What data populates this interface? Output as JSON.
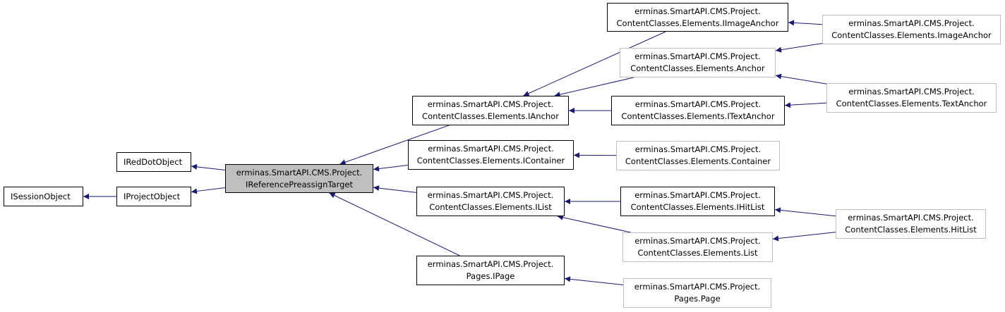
{
  "nodes": {
    "isessionobject": {
      "lines": [
        "ISessionObject"
      ]
    },
    "iredDotObject": {
      "lines": [
        "IRedDotObject"
      ]
    },
    "iprojectobject": {
      "lines": [
        "IProjectObject"
      ]
    },
    "target": {
      "lines": [
        "erminas.SmartAPI.CMS.Project.",
        "IReferencePreassignTarget"
      ]
    },
    "ianchor": {
      "lines": [
        "erminas.SmartAPI.CMS.Project.",
        "ContentClasses.Elements.IAnchor"
      ]
    },
    "icontainer": {
      "lines": [
        "erminas.SmartAPI.CMS.Project.",
        "ContentClasses.Elements.IContainer"
      ]
    },
    "ilist": {
      "lines": [
        "erminas.SmartAPI.CMS.Project.",
        "ContentClasses.Elements.IList"
      ]
    },
    "ipage": {
      "lines": [
        "erminas.SmartAPI.CMS.Project.",
        "Pages.IPage"
      ]
    },
    "iimageanchor": {
      "lines": [
        "erminas.SmartAPI.CMS.Project.",
        "ContentClasses.Elements.IImageAnchor"
      ]
    },
    "anchor": {
      "lines": [
        "erminas.SmartAPI.CMS.Project.",
        "ContentClasses.Elements.Anchor"
      ]
    },
    "itextanchor": {
      "lines": [
        "erminas.SmartAPI.CMS.Project.",
        "ContentClasses.Elements.ITextAnchor"
      ]
    },
    "container": {
      "lines": [
        "erminas.SmartAPI.CMS.Project.",
        "ContentClasses.Elements.Container"
      ]
    },
    "ihitlist": {
      "lines": [
        "erminas.SmartAPI.CMS.Project.",
        "ContentClasses.Elements.IHitList"
      ]
    },
    "list": {
      "lines": [
        "erminas.SmartAPI.CMS.Project.",
        "ContentClasses.Elements.List"
      ]
    },
    "page": {
      "lines": [
        "erminas.SmartAPI.CMS.Project.",
        "Pages.Page"
      ]
    },
    "imageanchor": {
      "lines": [
        "erminas.SmartAPI.CMS.Project.",
        "ContentClasses.Elements.ImageAnchor"
      ]
    },
    "textanchor": {
      "lines": [
        "erminas.SmartAPI.CMS.Project.",
        "ContentClasses.Elements.TextAnchor"
      ]
    },
    "hitlist": {
      "lines": [
        "erminas.SmartAPI.CMS.Project.",
        "ContentClasses.Elements.HitList"
      ]
    }
  },
  "edges": [
    {
      "from": "iprojectobject",
      "to": "isessionobject"
    },
    {
      "from": "target",
      "to": "iredDotObject"
    },
    {
      "from": "target",
      "to": "iprojectobject"
    },
    {
      "from": "ianchor",
      "to": "target"
    },
    {
      "from": "icontainer",
      "to": "target"
    },
    {
      "from": "ilist",
      "to": "target"
    },
    {
      "from": "ipage",
      "to": "target"
    },
    {
      "from": "iimageanchor",
      "to": "ianchor"
    },
    {
      "from": "anchor",
      "to": "ianchor"
    },
    {
      "from": "itextanchor",
      "to": "ianchor"
    },
    {
      "from": "container",
      "to": "icontainer"
    },
    {
      "from": "ihitlist",
      "to": "ilist"
    },
    {
      "from": "list",
      "to": "ilist"
    },
    {
      "from": "page",
      "to": "ipage"
    },
    {
      "from": "imageanchor",
      "to": "iimageanchor"
    },
    {
      "from": "imageanchor",
      "to": "anchor"
    },
    {
      "from": "textanchor",
      "to": "anchor"
    },
    {
      "from": "textanchor",
      "to": "itextanchor"
    },
    {
      "from": "hitlist",
      "to": "ihitlist"
    },
    {
      "from": "hitlist",
      "to": "list"
    }
  ],
  "colors": {
    "edge": "#191970",
    "gray_border": "#bfbfbf",
    "focus_fill": "#bfbfbf"
  }
}
